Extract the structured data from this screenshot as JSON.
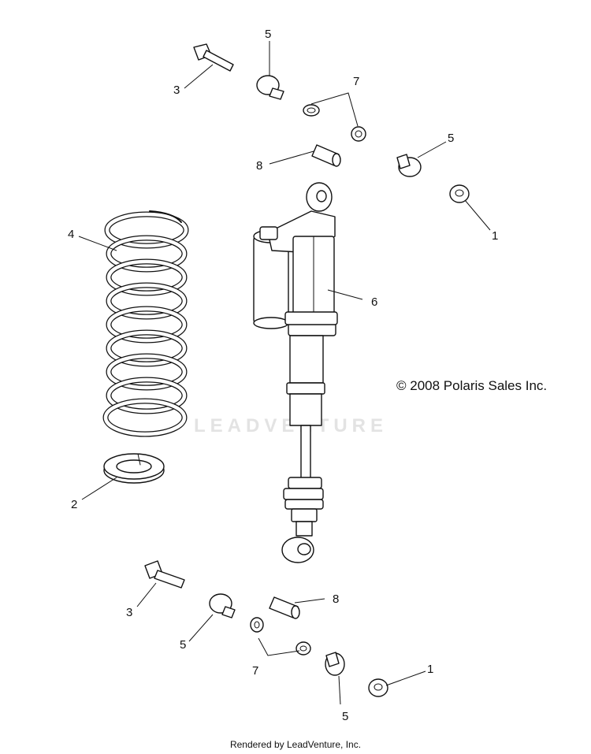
{
  "copyright": "© 2008 Polaris Sales Inc.",
  "footer": "Rendered by LeadVenture, Inc.",
  "watermark": "LEADVENTURE",
  "callouts": {
    "c1_top": "1",
    "c1_bottom": "1",
    "c2": "2",
    "c3_top": "3",
    "c3_bottom": "3",
    "c4": "4",
    "c5_top_left": "5",
    "c5_top_right": "5",
    "c5_bottom_left": "5",
    "c5_bottom_right": "5",
    "c6": "6",
    "c7_top": "7",
    "c7_bottom": "7",
    "c8_top": "8",
    "c8_bottom": "8"
  }
}
